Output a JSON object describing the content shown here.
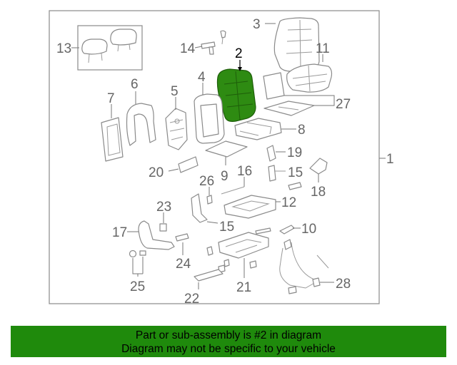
{
  "callouts": {
    "c1": "1",
    "c2": "2",
    "c3": "3",
    "c4": "4",
    "c5": "5",
    "c6": "6",
    "c7": "7",
    "c8": "8",
    "c9": "9",
    "c10": "10",
    "c11": "11",
    "c12": "12",
    "c13": "13",
    "c14": "14",
    "c15a": "15",
    "c15b": "15",
    "c16": "16",
    "c17": "17",
    "c18": "18",
    "c19": "19",
    "c20": "20",
    "c21": "21",
    "c22": "22",
    "c23": "23",
    "c24": "24",
    "c25": "25",
    "c26": "26",
    "c27": "27",
    "c28": "28"
  },
  "highlight": {
    "part": "2",
    "color": "#2e8b12"
  },
  "banner": {
    "line1": "Part or sub-assembly is #2 in diagram",
    "line2": "Diagram may not be specific to your vehicle",
    "background": "#1f8a0c"
  }
}
